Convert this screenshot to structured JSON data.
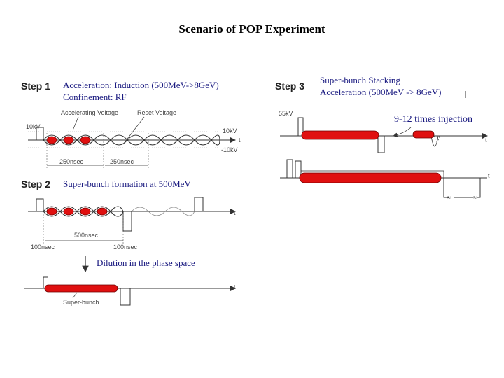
{
  "title": "Scenario of POP Experiment",
  "step1": {
    "label": "Step 1",
    "line1": "Acceleration: Induction (500MeV->8GeV)",
    "line2": "Confinement: RF",
    "accel_voltage": "Accelerating Voltage",
    "reset_voltage": "Reset Voltage",
    "v_left": "10kV",
    "v_pos": "10kV",
    "v_neg": "-10kV",
    "t": "t",
    "dur1": "250nsec",
    "dur2": "250nsec"
  },
  "step2": {
    "label": "Step 2",
    "line1": "Super-bunch formation at 500MeV",
    "t": "t",
    "dur_main": "500nsec",
    "dur_left": "100nsec",
    "dur_right": "100nsec",
    "dilution": "Dilution in the phase space",
    "t2": "t",
    "superbunch": "Super-bunch"
  },
  "step3": {
    "label": "Step 3",
    "line1": "Super-bunch Stacking",
    "line2": "Acceleration (500MeV -> 8GeV)",
    "voltage": "55kV",
    "t": "t",
    "injection": "9-12 times injection",
    "t2": "t"
  },
  "colors": {
    "bunch": "#e01010",
    "bunch_edge": "#700000",
    "text": "#1a1a80",
    "line": "#333333"
  }
}
